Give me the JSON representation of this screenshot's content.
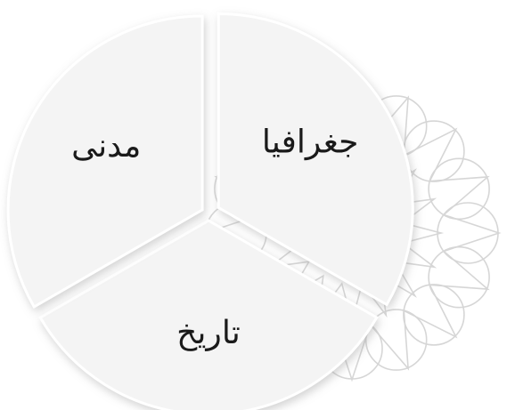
{
  "chart_data": {
    "type": "pie",
    "categories": [
      "جغرافیا",
      "تاریخ",
      "مدنی"
    ],
    "values": [
      1,
      1,
      1
    ],
    "title": "",
    "colors": {
      "slice": "#f4f4f4",
      "edge": "#ffffff",
      "shadow": "#bdbdbd",
      "watermark": "#d6d6d6",
      "text": "#1a1a1a"
    }
  },
  "watermark": {
    "icon": "islamic-star-pattern-icon"
  }
}
